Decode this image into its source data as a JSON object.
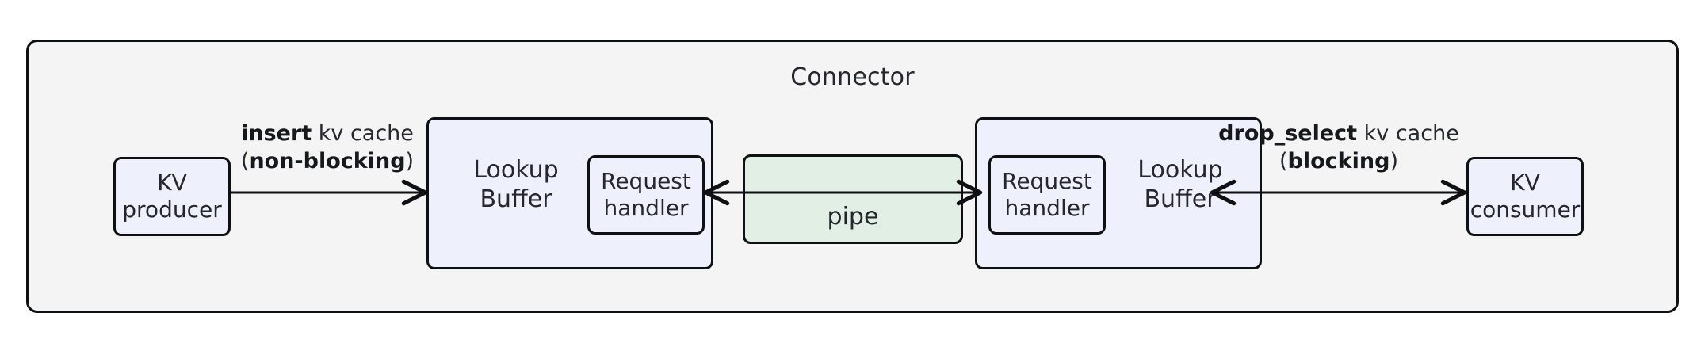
{
  "diagram": {
    "title": "Connector",
    "colors": {
      "frame_background": "#f4f4f4",
      "frame_border": "#0f1011",
      "node_blue": "#eef1fb",
      "node_green": "#e1efe4",
      "text": "#26272e"
    },
    "nodes": {
      "kv_producer": {
        "label": "KV\nproducer"
      },
      "kv_consumer": {
        "label": "KV\nconsumer"
      },
      "lookup_buffer_left": {
        "label": "Lookup\nBuffer"
      },
      "lookup_buffer_right": {
        "label": "Lookup\nBuffer"
      },
      "request_handler_left": {
        "label": "Request\nhandler"
      },
      "request_handler_right": {
        "label": "Request\nhandler"
      },
      "pipe": {
        "label": "pipe"
      }
    },
    "edges": {
      "insert": {
        "line1_bold": "insert",
        "line1_rest": " kv cache",
        "line2_open": "(",
        "line2_bold": "non-blocking",
        "line2_close": ")",
        "direction": "right"
      },
      "pipe_edge": {
        "direction": "bidirectional"
      },
      "drop_select": {
        "line1_bold": "drop_select",
        "line1_rest": " kv cache",
        "line2_open": "(",
        "line2_bold": "blocking",
        "line2_close": ")",
        "direction": "bidirectional"
      }
    }
  }
}
